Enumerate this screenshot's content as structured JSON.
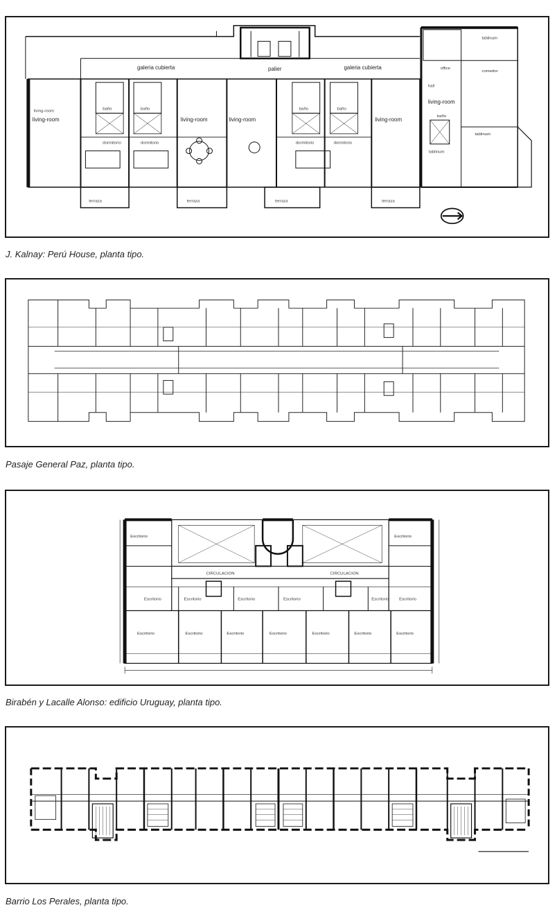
{
  "plans": [
    {
      "caption": "J. Kalnay: Perú House, planta tipo.",
      "labels": {
        "galeria1": "galeria cubierta",
        "galeria2": "galeria cubierta",
        "palier": "palier",
        "living1": "living-room",
        "living2": "living-room",
        "living3": "living-room",
        "living4": "living-room",
        "living5": "living-room",
        "living6": "living-room",
        "dormitorio1": "dormitorio",
        "dormitorio2": "dormitorio",
        "dormitorio3": "dormitorio",
        "dormitorio4": "dormitorio",
        "terraza1": "terraza",
        "terraza2": "terraza",
        "terraza3": "terraza",
        "terraza4": "terraza",
        "tablinum1": "tablinum",
        "tablinum2": "tablinum",
        "tablinum3": "tablinum",
        "comedor": "comedor",
        "office": "office",
        "hall": "hall",
        "bano1": "baño",
        "bano2": "baño",
        "bano3": "baño",
        "bano4": "baño",
        "bano5": "baño"
      }
    },
    {
      "caption": "Pasaje General Paz, planta tipo."
    },
    {
      "caption": "Birabén y Lacalle Alonso: edificio Uruguay, planta tipo.",
      "labels": {
        "esc_tl": "Escritorio",
        "esc_tr": "Escritorio",
        "circ1": "CIRCULACION",
        "circ2": "CIRCULACION",
        "esc_m1": "Escritorio",
        "esc_m2": "Escritorio",
        "esc_m3": "Escritorio",
        "esc_m4": "Escritorio",
        "esc_m5": "Escritorio",
        "esc_m6": "Escritorio",
        "esc_b1": "Escritorio",
        "esc_b2": "Escritorio",
        "esc_b3": "Escritorio",
        "esc_b4": "Escritorio",
        "esc_b5": "Escritorio",
        "esc_b6": "Escritorio",
        "esc_b7": "Escritorio"
      }
    },
    {
      "caption": "Barrio Los Perales, planta tipo."
    }
  ]
}
